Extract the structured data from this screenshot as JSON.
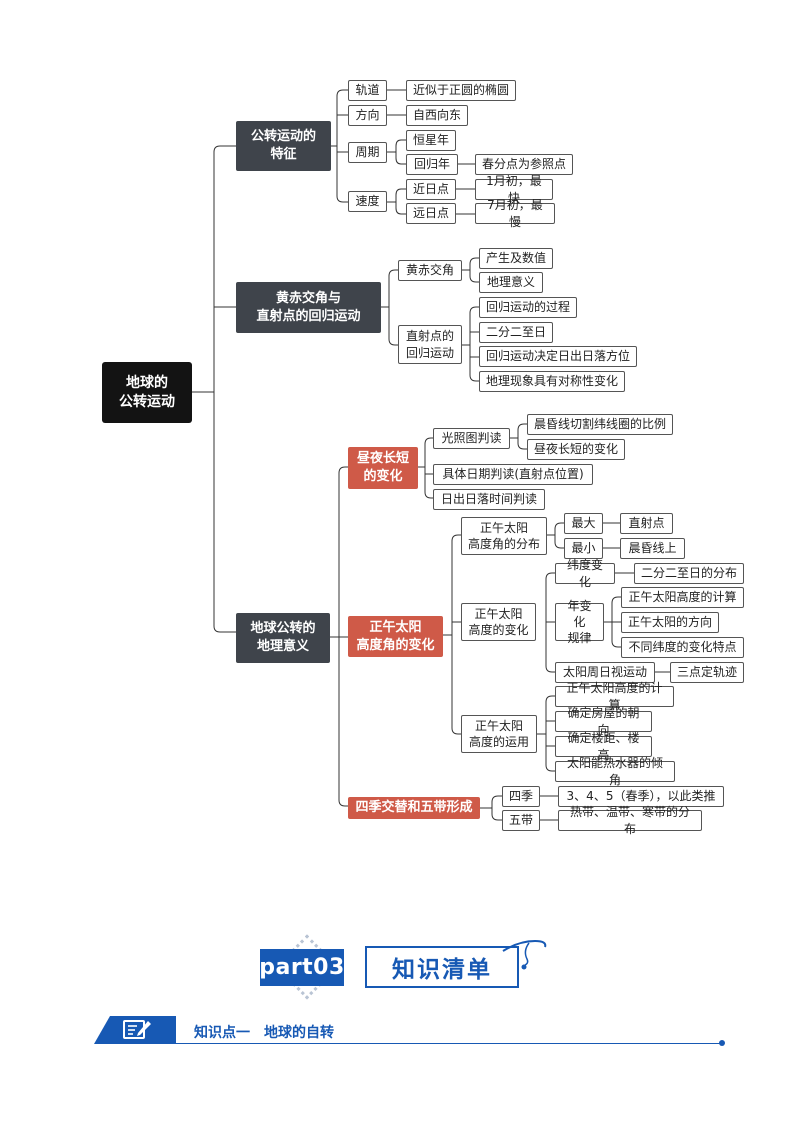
{
  "mindmap": {
    "root": "地球的\n公转运动",
    "b1": {
      "title": "公转运动的\n特征",
      "orbit": "轨道",
      "orbit_val": "近似于正圆的椭圆",
      "direction": "方向",
      "direction_val": "自西向东",
      "period": "周期",
      "sidereal": "恒星年",
      "tropical": "回归年",
      "tropical_val": "春分点为参照点",
      "speed": "速度",
      "perihelion": "近日点",
      "perihelion_val": "1月初，最快",
      "aphelion": "远日点",
      "aphelion_val": "7月初，最慢"
    },
    "b2": {
      "title": "黄赤交角与\n直射点的回归运动",
      "obliquity": "黄赤交角",
      "obl_1": "产生及数值",
      "obl_2": "地理意义",
      "subsolar": "直射点的\n回归运动",
      "ss_1": "回归运动的过程",
      "ss_2": "二分二至日",
      "ss_3": "回归运动决定日出日落方位",
      "ss_4": "地理现象具有对称性变化"
    },
    "b3": {
      "title": "地球公转的\n地理意义",
      "day": {
        "title": "昼夜长短\n的变化",
        "illum": "光照图判读",
        "illum_1": "晨昏线切割纬线圈的比例",
        "illum_2": "昼夜长短的变化",
        "date": "具体日期判读(直射点位置)",
        "sunrise": "日出日落时间判读"
      },
      "noon": {
        "title": "正午太阳\n高度角的变化",
        "dist": "正午太阳\n高度角的分布",
        "max": "最大",
        "max_val": "直射点",
        "min": "最小",
        "min_val": "晨昏线上",
        "change": "正午太阳\n高度的变化",
        "lat": "纬度变化",
        "lat_val": "二分二至日的分布",
        "year": "年变化\n规律",
        "year_1": "正午太阳高度的计算",
        "year_2": "正午太阳的方向",
        "year_3": "不同纬度的变化特点",
        "daily": "太阳周日视运动",
        "daily_val": "三点定轨迹",
        "use": "正午太阳\n高度的运用",
        "use_1": "正午太阳高度的计算",
        "use_2": "确定房屋的朝向",
        "use_3": "确定楼距、楼高",
        "use_4": "太阳能热水器的倾角"
      },
      "season": {
        "title": "四季交替和五带形成",
        "four": "四季",
        "four_val": "3、4、5（春季），以此类推",
        "five": "五带",
        "five_val": "热带、温带、寒带的分布"
      }
    }
  },
  "banner": {
    "part": "part03",
    "label": "知识清单"
  },
  "section": {
    "title": "知识点一　地球的自转"
  },
  "colors": {
    "accent": "#1759b4",
    "dark_node": "#3f444b",
    "red_node": "#cf5a48",
    "root": "#131313"
  }
}
